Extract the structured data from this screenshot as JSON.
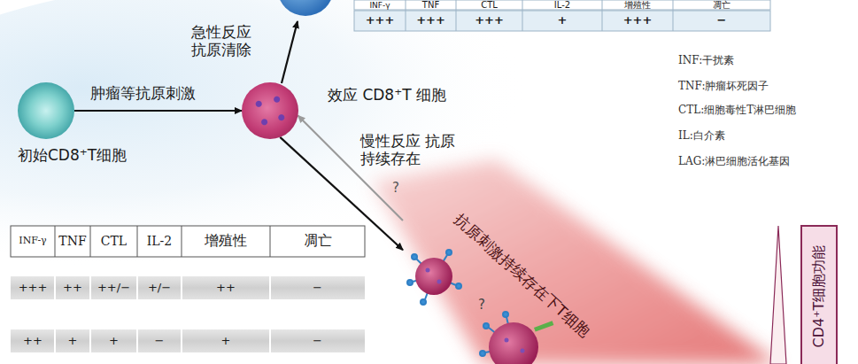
{
  "diagram": {
    "nodes": [
      {
        "text": [
          "初始CD8⁺T细胞"
        ]
      },
      {
        "text": [
          "效应 CD8⁺T 细胞"
        ]
      },
      {
        "text": [
          "抗原刺激持续存在下T细胞"
        ]
      },
      {
        "text": [
          "CD4⁺T细胞功能"
        ]
      }
    ],
    "edges": [
      {
        "from": 0,
        "to": 1,
        "label": "肿瘤等抗原刺激",
        "arrow": "to"
      },
      {
        "from": 1,
        "to": 2,
        "label": "慢性反应 抗原持续存在",
        "arrow": "to"
      },
      {
        "from": 2,
        "to": 1,
        "label": "?",
        "arrow": "to"
      }
    ],
    "labels": [
      "INF-γ",
      "TNF",
      "CTL",
      "IL-2",
      "增殖性",
      "凋亡",
      "+++",
      "+++",
      "+++",
      "+",
      "+++",
      "−",
      "急性反应 抗原清除",
      "INF:干扰素",
      "TNF:肿瘤坏死因子",
      "CTL:细胞毒性T淋巴细胞",
      "IL:白介素",
      "LAG:淋巴细胞活化基因",
      "INF-γ",
      "TNF",
      "CTL",
      "IL-2",
      "增殖性",
      "凋亡",
      "+++",
      "++",
      "++/−",
      "+/−",
      "++",
      "−",
      "++",
      "+",
      "+",
      "−",
      "+",
      "−",
      "?"
    ]
  }
}
